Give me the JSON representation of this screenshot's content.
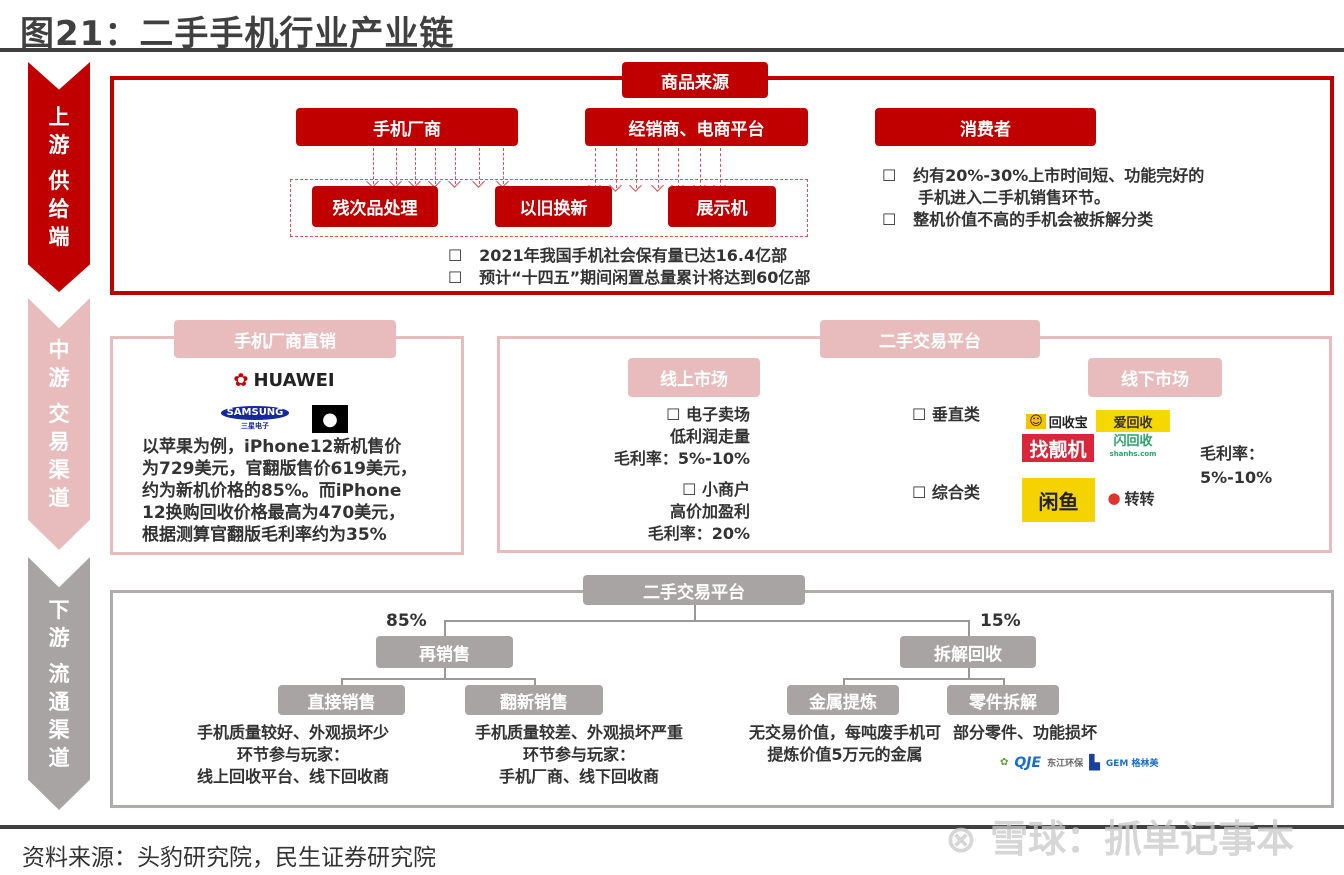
{
  "title": "图21：二手手机行业产业链",
  "bands": {
    "upstream": [
      "上",
      "游",
      "供",
      "给",
      "端"
    ],
    "midstream": [
      "中",
      "游",
      "交",
      "易",
      "渠",
      "道"
    ],
    "downstream": [
      "下",
      "游",
      "流",
      "通",
      "渠",
      "道"
    ]
  },
  "upstream": {
    "tab": "商品来源",
    "sources": [
      "手机厂商",
      "经销商、电商平台",
      "消费者"
    ],
    "channels": [
      "残次品处理",
      "以旧换新",
      "展示机"
    ],
    "notes": [
      "2021年我国手机社会保有量已达16.4亿部",
      "预计“十四五”期间闲置总量累计将达到60亿部"
    ],
    "consumer_notes": [
      "约有20%-30%上市时间短、功能完好的",
      "手机进入二手机销售环节。",
      "整机价值不高的手机会被拆解分类"
    ]
  },
  "midstream": {
    "direct": {
      "tab": "手机厂商直销",
      "logos": [
        "HUAWEI",
        "SAMSUNG",
        "三星电子"
      ],
      "text": [
        "以苹果为例，iPhone12新机售价",
        "为729美元，官翻版售价619美元，",
        "约为新机价格的85%。而iPhone",
        "12换购回收价格最高为470美元，",
        "根据测算官翻版毛利率约为35%"
      ]
    },
    "platform": {
      "tab": "二手交易平台",
      "online": {
        "label": "线上市场",
        "items": [
          [
            "电子卖场",
            "低利润走量",
            "毛利率：5%-10%"
          ],
          [
            "小商户",
            "高价加盈利",
            "毛利率：20%"
          ]
        ]
      },
      "offline": {
        "label": "线下市场",
        "categories": [
          "垂直类",
          "综合类"
        ],
        "logos": [
          "回收宝",
          "爱回收",
          "找靓机",
          "闪回收",
          "shanhs.com",
          "闲鱼",
          "转转"
        ],
        "margin": [
          "毛利率：",
          "5%-10%"
        ]
      }
    }
  },
  "downstream": {
    "tab": "二手交易平台",
    "resale": {
      "pct": "85%",
      "label": "再销售",
      "direct": {
        "label": "直接销售",
        "text": [
          "手机质量较好、外观损坏少",
          "环节参与玩家：",
          "线上回收平台、线下回收商"
        ]
      },
      "refurb": {
        "label": "翻新销售",
        "text": [
          "手机质量较差、外观损坏严重",
          "环节参与玩家：",
          "手机厂商、线下回收商"
        ]
      }
    },
    "recycle": {
      "pct": "15%",
      "label": "拆解回收",
      "metal": {
        "label": "金属提炼",
        "text": [
          "无交易价值，每吨废手机可",
          "提炼价值5万元的金属"
        ]
      },
      "parts": {
        "label": "零件拆解",
        "text": [
          "部分零件、功能损坏"
        ],
        "logos": [
          "QJE",
          "东江环保",
          "GEM 格林美"
        ]
      }
    }
  },
  "source": "资料来源：头豹研究院，民生证券研究院",
  "watermark": "雪球：抓单记事本"
}
